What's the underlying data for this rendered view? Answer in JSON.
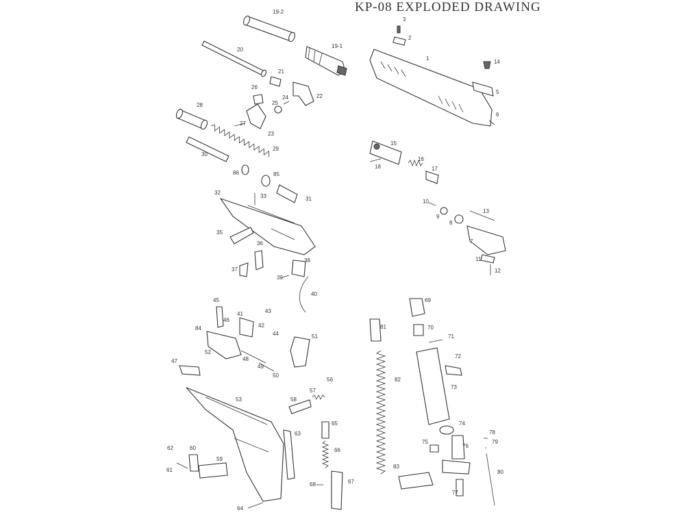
{
  "title": "KP-08 EXPLODED DRAWING",
  "callouts": [
    "1",
    "2",
    "3",
    "5",
    "6",
    "7",
    "8",
    "9",
    "10",
    "11",
    "12",
    "13",
    "14",
    "15",
    "16",
    "17",
    "18",
    "19-1",
    "19-2",
    "20",
    "21",
    "22",
    "23",
    "24",
    "25",
    "26",
    "27",
    "28",
    "29",
    "30",
    "31",
    "32",
    "33",
    "35",
    "36",
    "37",
    "38",
    "39",
    "40",
    "41",
    "42",
    "43",
    "44",
    "45",
    "46",
    "47",
    "48",
    "49",
    "50",
    "51",
    "52",
    "53",
    "56",
    "57",
    "58",
    "59",
    "60",
    "61",
    "62",
    "63",
    "64",
    "65",
    "66",
    "67",
    "68",
    "69",
    "70",
    "71",
    "72",
    "73",
    "74",
    "75",
    "76",
    "77",
    "78",
    "79",
    "80",
    "81",
    "82",
    "83",
    "84",
    "85",
    "86"
  ]
}
